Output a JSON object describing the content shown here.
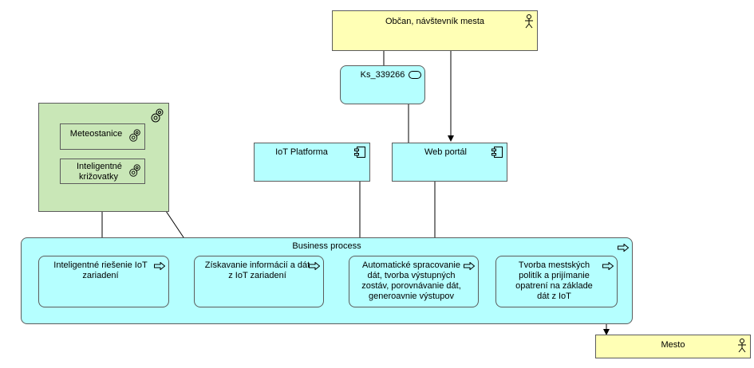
{
  "actors": {
    "citizen": {
      "label": "Občan, návštevník mesta",
      "icon": "actor-icon"
    },
    "city": {
      "label": "Mesto",
      "icon": "actor-icon"
    }
  },
  "interface": {
    "label": "Ks_339266",
    "icon": "interface-icon"
  },
  "components": {
    "iot_platform": {
      "label": "IoT Platforma",
      "icon": "component-icon"
    },
    "web_portal": {
      "label": "Web portál",
      "icon": "component-icon"
    }
  },
  "node": {
    "icon": "system-software-icon",
    "items": [
      {
        "label": "Meteostanice",
        "icon": "system-software-icon"
      },
      {
        "label": "Inteligentné križovatky",
        "icon": "system-software-icon"
      }
    ]
  },
  "business_process": {
    "label": "Business process",
    "icon": "process-arrow-icon",
    "steps": [
      {
        "label": "Inteligentné riešenie IoT zariadení"
      },
      {
        "label": "Získavanie informácií a dát z IoT zariadení"
      },
      {
        "label": "Automatické spracovanie dát, tvorba výstupných zostáv, porovnávanie dát, generoavnie výstupov"
      },
      {
        "label": "Tvorba mestských politík a prijímanie opatrení na základe dát z IoT"
      }
    ]
  },
  "colors": {
    "actor": "#ffffb5",
    "application": "#b5ffff",
    "technology": "#c9e7b7",
    "line": "#000000"
  }
}
